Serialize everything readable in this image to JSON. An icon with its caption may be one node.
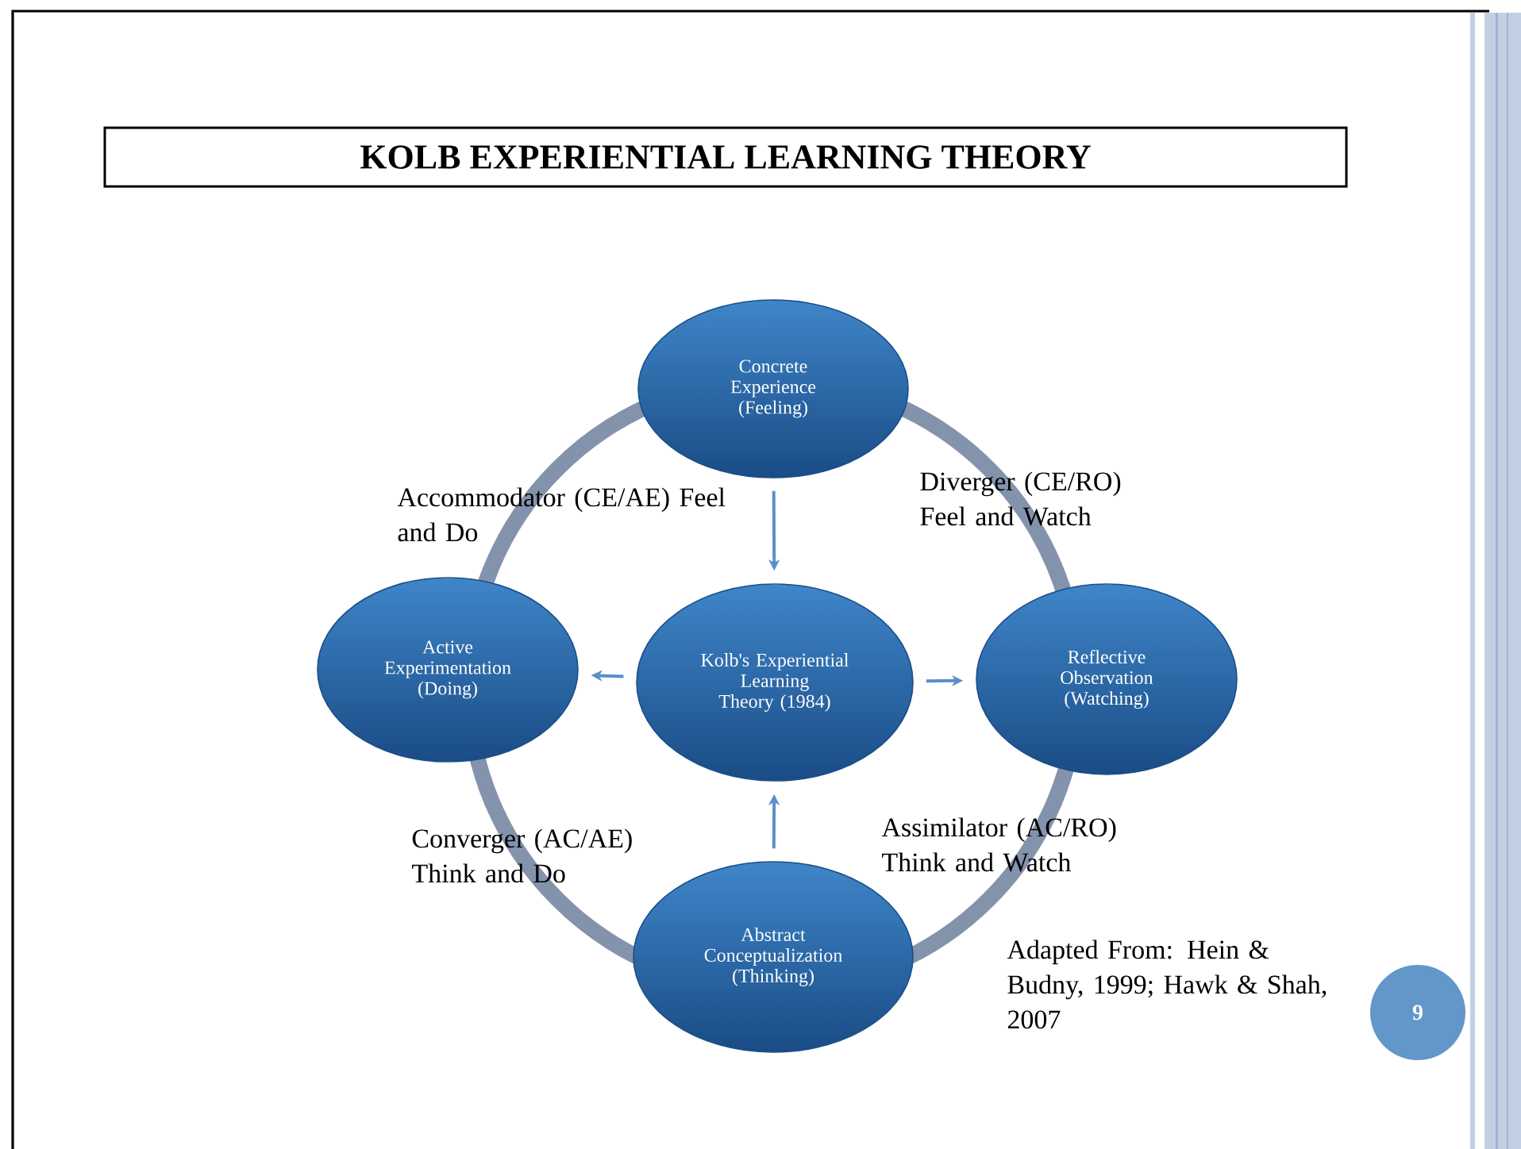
{
  "diagram": {
    "title": "KOLB EXPERIENTIAL LEARNING THEORY",
    "nodes": [
      {
        "text": [
          "Concrete Experience (Feeling)"
        ]
      },
      {
        "text": [
          "Active Experimentation (Doing)"
        ]
      },
      {
        "text": [
          "Kolb's Experiential Learning Theory (1984)"
        ]
      },
      {
        "text": [
          "Reflective Observation (Watching)"
        ]
      },
      {
        "text": [
          "Abstract Conceptualization (Thinking)"
        ]
      },
      {
        "text": [
          "9"
        ]
      }
    ],
    "edges": [
      {
        "from": 0,
        "to": 2,
        "arrow": "to"
      },
      {
        "from": 2,
        "to": 1,
        "arrow": "to"
      },
      {
        "from": 2,
        "to": 3,
        "arrow": "to"
      },
      {
        "from": 4,
        "to": 2,
        "arrow": "to"
      }
    ],
    "labels": [
      "Accommodator (CE/AE) Feel and Do",
      "Diverger (CE/RO) Feel and Watch",
      "Converger (AC/AE) Think and Do",
      "Assimilator (AC/RO) Think and Watch",
      "Adapted From:  Hein & Budny, 1999; Hawk & Shah, 2007"
    ]
  }
}
